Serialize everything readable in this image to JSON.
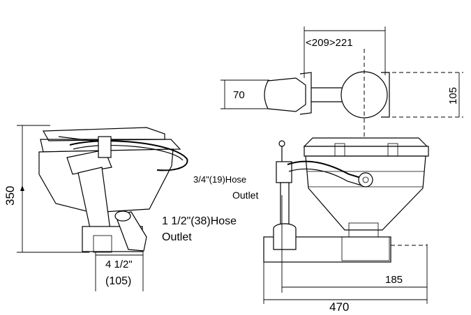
{
  "labels": {
    "dim_height": "350",
    "dim_top_width": "<209>221",
    "dim_top_depth": "70",
    "dim_top_right": "105",
    "outlet_small_a": "3/4\"(19)Hose",
    "outlet_small_b": "Outlet",
    "outlet_large_a": "1 1/2\"(38)Hose",
    "outlet_large_b": "Outlet",
    "base_inch": "4 1/2\"",
    "base_mm": "(105)",
    "dim_185": "185",
    "dim_470": "470"
  }
}
